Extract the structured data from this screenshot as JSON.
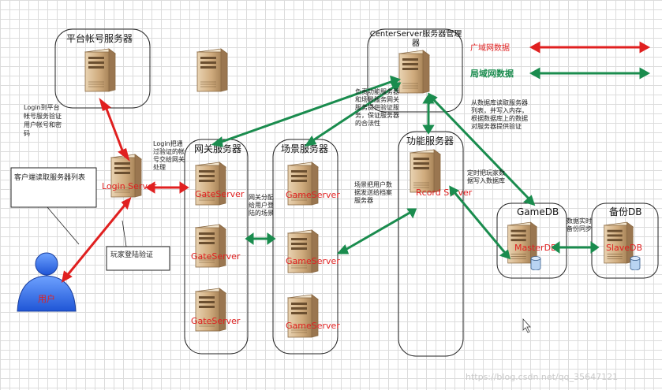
{
  "legend": {
    "wan_label": "广域网数据",
    "lan_label": "局域网数据",
    "wan_color": "#e02020",
    "lan_color": "#1a8c4e"
  },
  "groups": {
    "platform": "平台帐号服务器",
    "center": "CenterServer服务器管理器",
    "gateway": "网关服务器",
    "scene": "场景服务器",
    "function": "功能服务器",
    "gamedb": "GameDB",
    "backupdb": "备份DB"
  },
  "servers": {
    "login": "Login Server",
    "gate": "GateServer",
    "game": "GameServer",
    "record": "Rcord Server",
    "master": "MasterDB",
    "slave": "SlaveDB"
  },
  "user_label": "用户",
  "notes": {
    "login_platform": "Login到平台帐号服务验证用户帐号和密码",
    "client_read": "客户端读取服务器列表",
    "player_login": "玩家登陆验证",
    "login_to_gate": "Login把通过验证的帐号交给网关处理",
    "gate_assign": "网关分配给用户登陆的场景",
    "center_provide": "负责功能服务器和场景服务网关服务提供验证服务，保证服务器的合法性",
    "scene_send": "场景把用户数据发送给档案服务器",
    "db_read": "从数据库读取服务器列表，并写入内存，根据数据库上的数据对服务器提供验证",
    "timed_write": "定时把玩家数据写入数据库",
    "realtime_backup": "数据实时备份同步"
  },
  "watermark": "https://blog.csdn.net/qq_35647121"
}
